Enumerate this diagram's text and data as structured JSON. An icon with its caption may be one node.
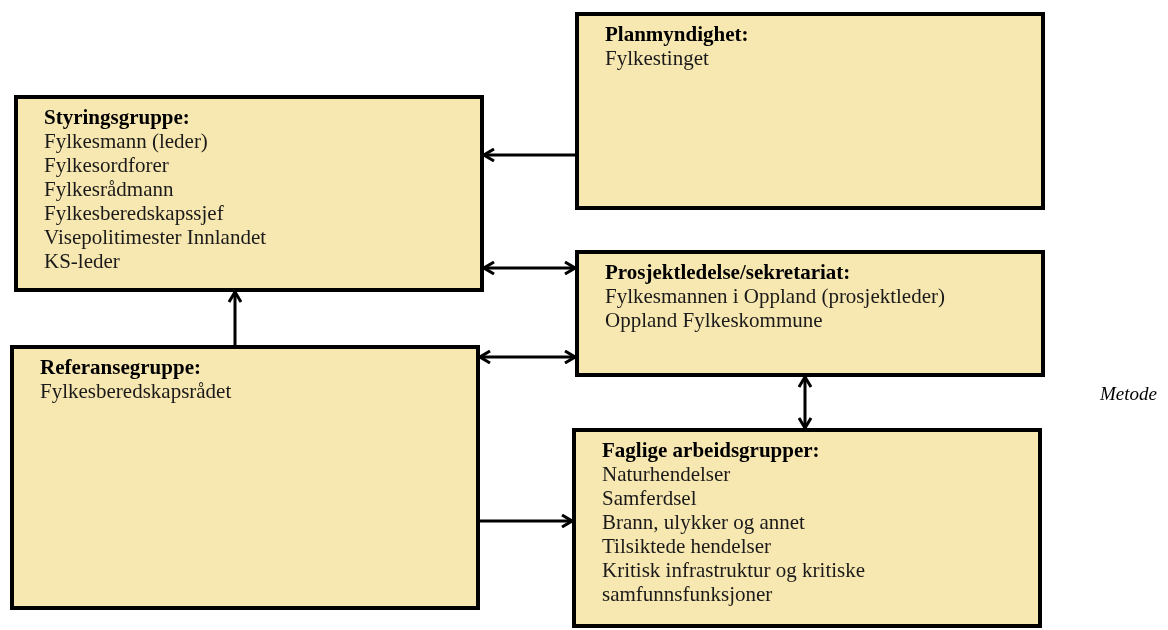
{
  "diagram": {
    "nodes": [
      {
        "text": [
          "Planmyndighet:",
          "Fylkestinget"
        ]
      },
      {
        "text": [
          "Styringsgruppe:",
          "Fylkesmann (leder)",
          "Fylkesordforer",
          "Fylkesrådmann",
          "Fylkesberedskapssjef",
          "Visepolitimester Innlandet",
          "KS-leder"
        ]
      },
      {
        "text": [
          "Prosjektledelse/sekretariat:",
          "Fylkesmannen i Oppland (prosjektleder)",
          "Oppland Fylkeskommune"
        ]
      },
      {
        "text": [
          "Referansegruppe:",
          "Fylkesberedskapsrådet"
        ]
      },
      {
        "text": [
          "Faglige arbeidsgrupper:",
          "Naturhendelser",
          "Samferdsel",
          "Brann, ulykker og annet",
          "Tilsiktede hendelser",
          "Kritisk infrastruktur og kritiske samfunnsfunksjoner"
        ]
      }
    ],
    "edges": [
      {
        "from": 0,
        "to": 1,
        "arrow": "to"
      },
      {
        "from": 1,
        "to": 2,
        "arrow": "both"
      },
      {
        "from": 3,
        "to": 1,
        "arrow": "to"
      },
      {
        "from": 3,
        "to": 2,
        "arrow": "both"
      },
      {
        "from": 2,
        "to": 4,
        "arrow": "both"
      },
      {
        "from": 3,
        "to": 4,
        "arrow": "to"
      }
    ],
    "labels": [
      "Metode"
    ]
  }
}
